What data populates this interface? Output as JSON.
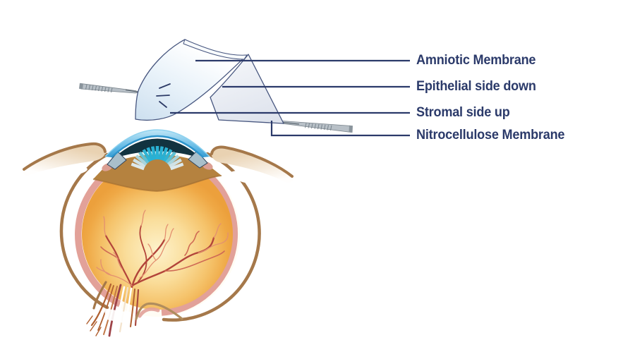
{
  "figure": {
    "background": "#ffffff",
    "labels": [
      {
        "text": "Amniotic Membrane"
      },
      {
        "text": "Epithelial side down"
      },
      {
        "text": "Stromal side up"
      },
      {
        "text": "Nitrocellulose Membrane"
      }
    ],
    "colors": {
      "label_text": "#2b3a6a",
      "connector_line": "#2b3a6a",
      "membrane_fill": "#dfeaf5",
      "backing_fill": "#e6e9f0",
      "forceps_gray": "#aab3bb",
      "sclera_outline_brown": "#a5784a",
      "choroid_pink": "#e2a199",
      "cornea_blue": "#2e95cc",
      "iris_teal": "#29b0d3",
      "fundus_orange": "#f0a843",
      "lens_brown": "#b5823f",
      "vessel_red": "#b2443a",
      "optic_nerve_rust": "#b06030"
    }
  }
}
